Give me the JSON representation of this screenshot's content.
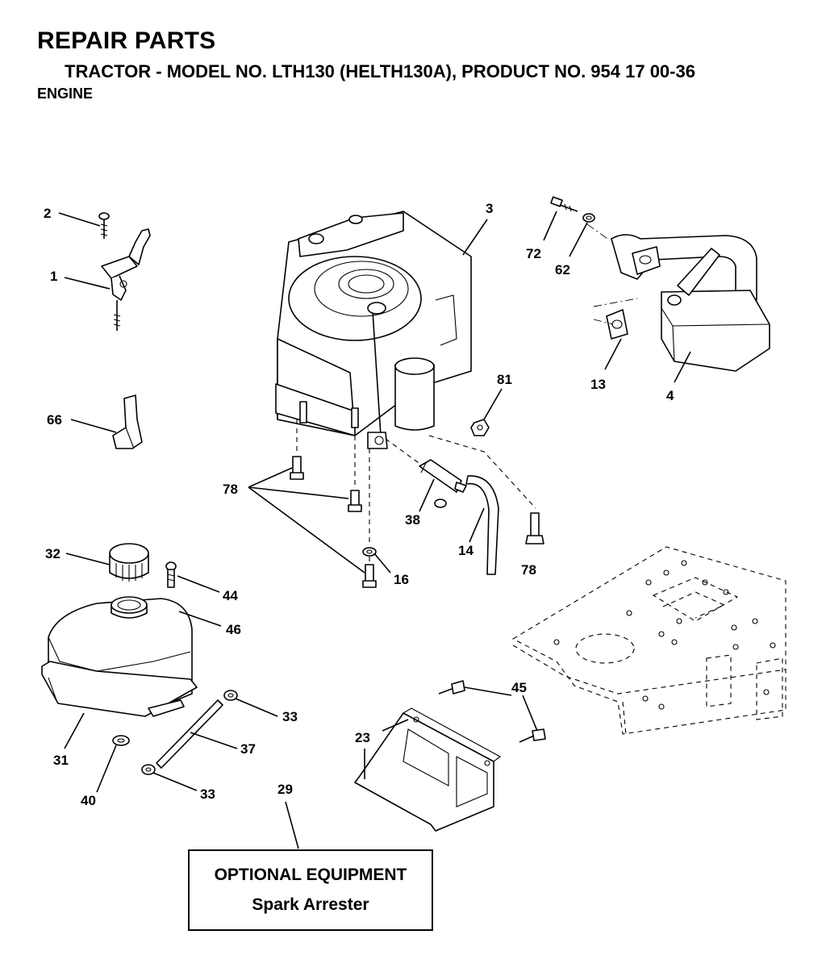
{
  "header": {
    "title": "REPAIR PARTS",
    "subtitle": "TRACTOR - MODEL NO. LTH130 (HELTH130A), PRODUCT NO. 954 17 00-36",
    "section": "ENGINE"
  },
  "callouts": {
    "p1": "1",
    "p2": "2",
    "p3": "3",
    "p4": "4",
    "p13": "13",
    "p14": "14",
    "p16": "16",
    "p23": "23",
    "p29": "29",
    "p31": "31",
    "p32": "32",
    "p33a": "33",
    "p33b": "33",
    "p37": "37",
    "p38": "38",
    "p40": "40",
    "p44": "44",
    "p45": "45",
    "p46": "46",
    "p62": "62",
    "p66": "66",
    "p72": "72",
    "p78a": "78",
    "p78b": "78",
    "p81": "81"
  },
  "optional_box": {
    "title": "OPTIONAL EQUIPMENT",
    "item": "Spark Arrester"
  }
}
